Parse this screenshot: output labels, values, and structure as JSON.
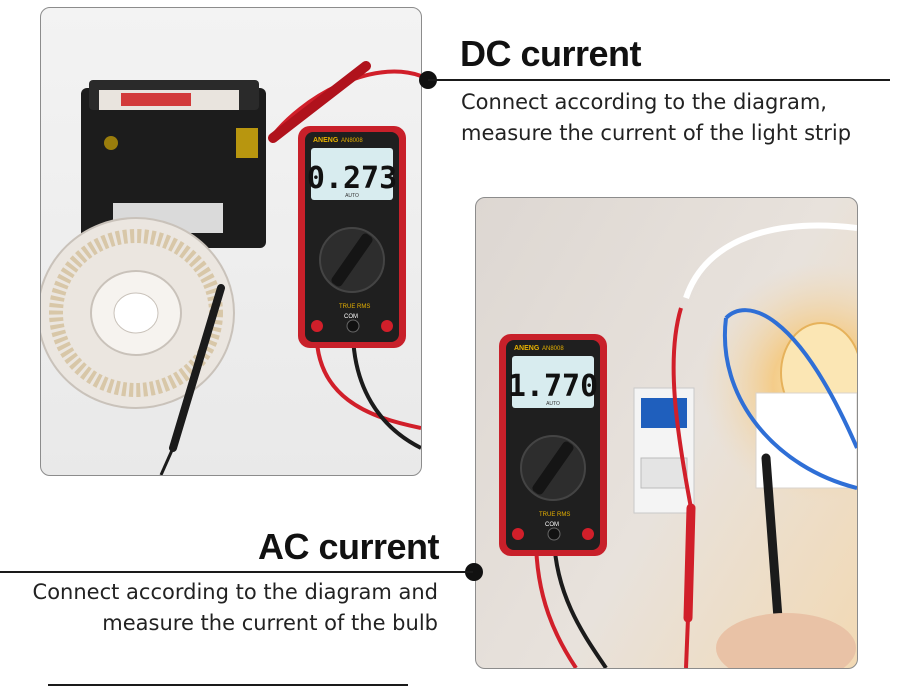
{
  "sections": {
    "dc": {
      "heading": "DC current",
      "desc_line1": "Connect according to the diagram,",
      "desc_line2": "measure the current of the light strip",
      "meter_reading": "0.273",
      "meter_brand": "ANENG",
      "meter_model": "AN8008",
      "meter_label_auto": "AUTO",
      "meter_label_trms": "TRUE RMS",
      "meter_label_com": "COM"
    },
    "ac": {
      "heading": "AC current",
      "desc_line1": "Connect according to the diagram and",
      "desc_line2": "measure the current of the bulb",
      "meter_reading": "1.770",
      "meter_brand": "ANENG",
      "meter_model": "AN8008",
      "meter_label_auto": "AUTO",
      "meter_label_trms": "TRUE RMS",
      "meter_label_com": "COM"
    }
  },
  "colors": {
    "meter_red": "#c8202a",
    "lcd_bg": "#d8ecef",
    "probe_red": "#d11f2a",
    "probe_black": "#1b1b1b",
    "wire_blue": "#2f6fd6",
    "battery": "#1d1d1d"
  },
  "icons": {
    "bullet": "black-dot-icon"
  }
}
